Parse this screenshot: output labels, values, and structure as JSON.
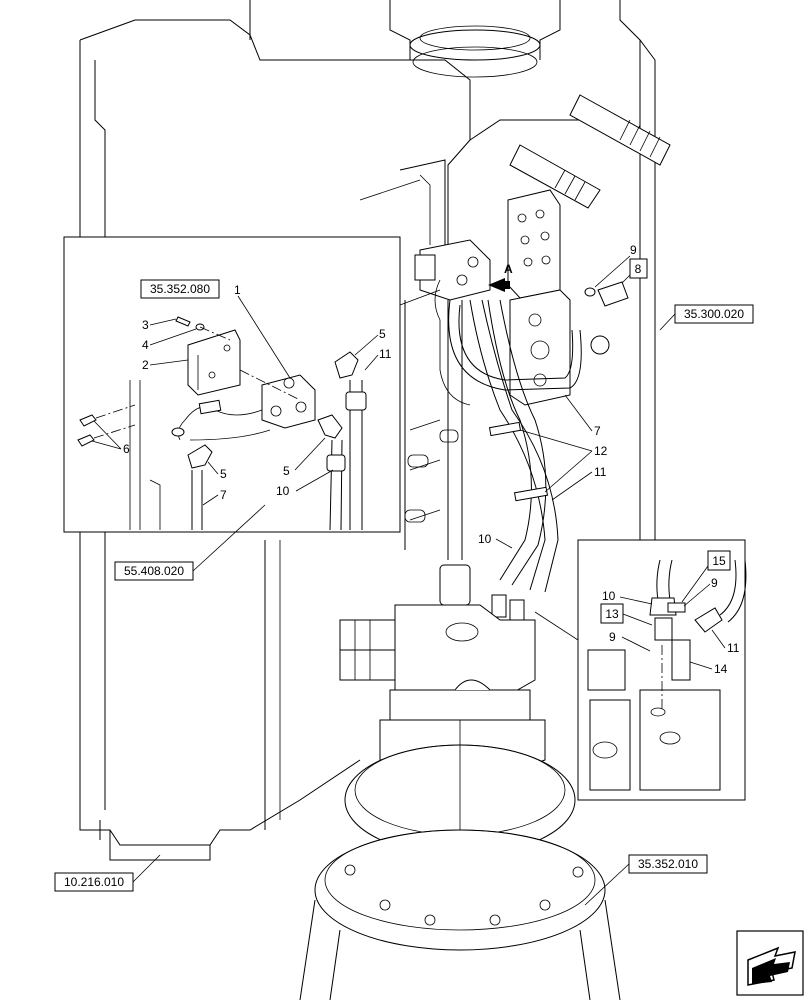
{
  "references": {
    "r35352080": "35.352.080",
    "r35300020": "35.300.020",
    "r55408020": "55.408.020",
    "r10216010": "10.216.010",
    "r35352010": "35.352.010"
  },
  "view_marker": "A",
  "callouts": {
    "c1": "1",
    "c2": "2",
    "c3": "3",
    "c4": "4",
    "c5a": "5",
    "c5b": "5",
    "c5c": "5",
    "c6": "6",
    "c7a": "7",
    "c7b": "7",
    "c8": "8",
    "c9a": "9",
    "c9b": "9",
    "c9c": "9",
    "c10a": "10",
    "c10b": "10",
    "c10c": "10",
    "c11a": "11",
    "c11b": "11",
    "c11c": "11",
    "c12": "12",
    "c13": "13",
    "c14": "14",
    "c15": "15"
  }
}
